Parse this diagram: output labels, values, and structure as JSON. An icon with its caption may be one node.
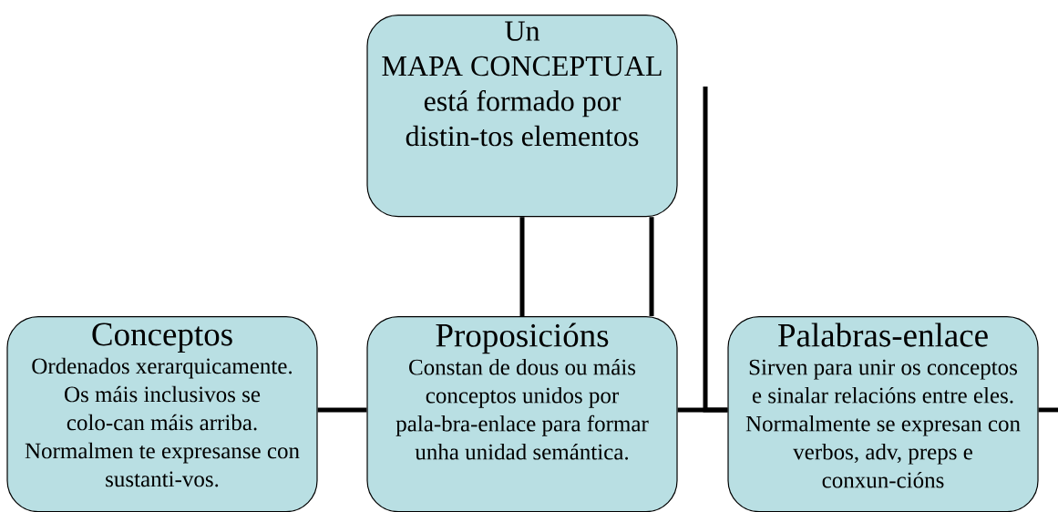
{
  "diagram": {
    "nodes": [
      {
        "text": [
          "Un",
          "MAPA CONCEPTUAL",
          "está formado por distin-tos elementos"
        ]
      },
      {
        "text": [
          "Conceptos",
          "Ordenados xerarquicamente. Os máis inclusivos se colo-can máis arriba. Normalmen te expresanse con sustanti-vos."
        ]
      },
      {
        "text": [
          "Proposicións",
          "Constan de dous ou máis conceptos unidos por pala-bra-enlace para formar unha unidad semántica."
        ]
      },
      {
        "text": [
          "Palabras-enlace",
          "Sirven para unir os conceptos e sinalar relacións entre eles. Normalmente se expresan con verbos, adv, preps e conxun-cións"
        ]
      }
    ],
    "edges": [
      {
        "from": 0,
        "to": 2,
        "arrow": "none"
      },
      {
        "from": 0,
        "to": 2,
        "arrow": "none"
      },
      {
        "from": 1,
        "to": 2,
        "arrow": "none"
      },
      {
        "from": 2,
        "to": 3,
        "arrow": "none"
      },
      {
        "from": null,
        "to": 3,
        "arrow": "none"
      },
      {
        "from": 3,
        "to": null,
        "arrow": "none"
      }
    ]
  }
}
